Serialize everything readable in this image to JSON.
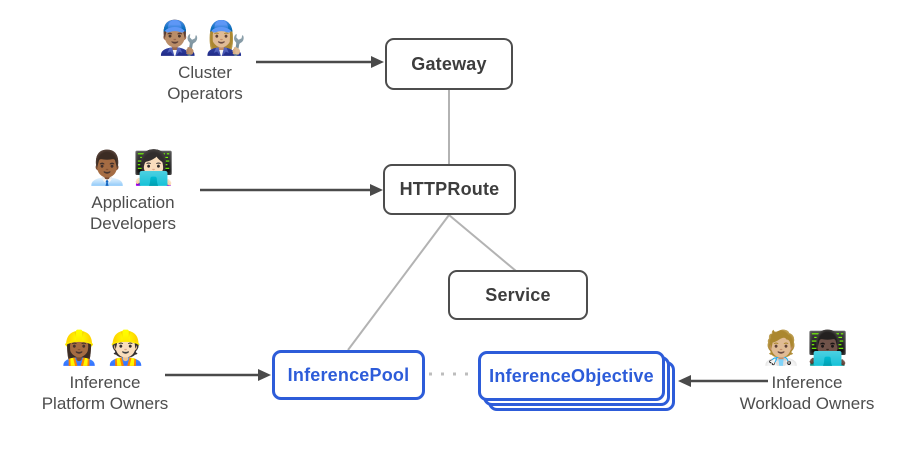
{
  "diagram": {
    "personas": [
      {
        "id": "cluster-operators",
        "emojis": "👨🏽‍🔧👩🏼‍🔧",
        "label_line1": "Cluster",
        "label_line2": "Operators"
      },
      {
        "id": "application-developers",
        "emojis": "👨🏾‍💼👩🏻‍💻",
        "label_line1": "Application",
        "label_line2": "Developers"
      },
      {
        "id": "inference-platform-owners",
        "emojis": "👷🏾‍♀️👷🏻",
        "label_line1": "Inference",
        "label_line2": "Platform Owners"
      },
      {
        "id": "inference-workload-owners",
        "emojis": "🧑🏼‍⚕️👨🏿‍💻",
        "label_line1": "Inference",
        "label_line2": "Workload Owners"
      }
    ],
    "nodes": [
      {
        "id": "gateway",
        "label": "Gateway",
        "style": "dark"
      },
      {
        "id": "httproute",
        "label": "HTTPRoute",
        "style": "dark"
      },
      {
        "id": "service",
        "label": "Service",
        "style": "dark"
      },
      {
        "id": "inference-pool",
        "label": "InferencePool",
        "style": "blue"
      },
      {
        "id": "inference-objective",
        "label": "InferenceObjective",
        "style": "blue-stacked"
      }
    ],
    "edges": [
      {
        "from": "cluster-operators",
        "to": "gateway",
        "type": "arrow"
      },
      {
        "from": "application-developers",
        "to": "httproute",
        "type": "arrow"
      },
      {
        "from": "inference-platform-owners",
        "to": "inference-pool",
        "type": "arrow"
      },
      {
        "from": "inference-workload-owners",
        "to": "inference-objective",
        "type": "arrow"
      },
      {
        "from": "gateway",
        "to": "httproute",
        "type": "line"
      },
      {
        "from": "httproute",
        "to": "service",
        "type": "line"
      },
      {
        "from": "httproute",
        "to": "inference-pool",
        "type": "line"
      },
      {
        "from": "inference-pool",
        "to": "inference-objective",
        "type": "dotted"
      }
    ],
    "colors": {
      "accent_blue": "#2d5cd9",
      "node_border_dark": "#4d4d4d",
      "node_text_dark": "#3d3d3d",
      "connector_gray": "#b3b3b3",
      "dotted_gray": "#bdbdbd",
      "arrow_dark": "#4a4a4a",
      "label_text": "#4d4d4d",
      "background": "#ffffff"
    }
  }
}
